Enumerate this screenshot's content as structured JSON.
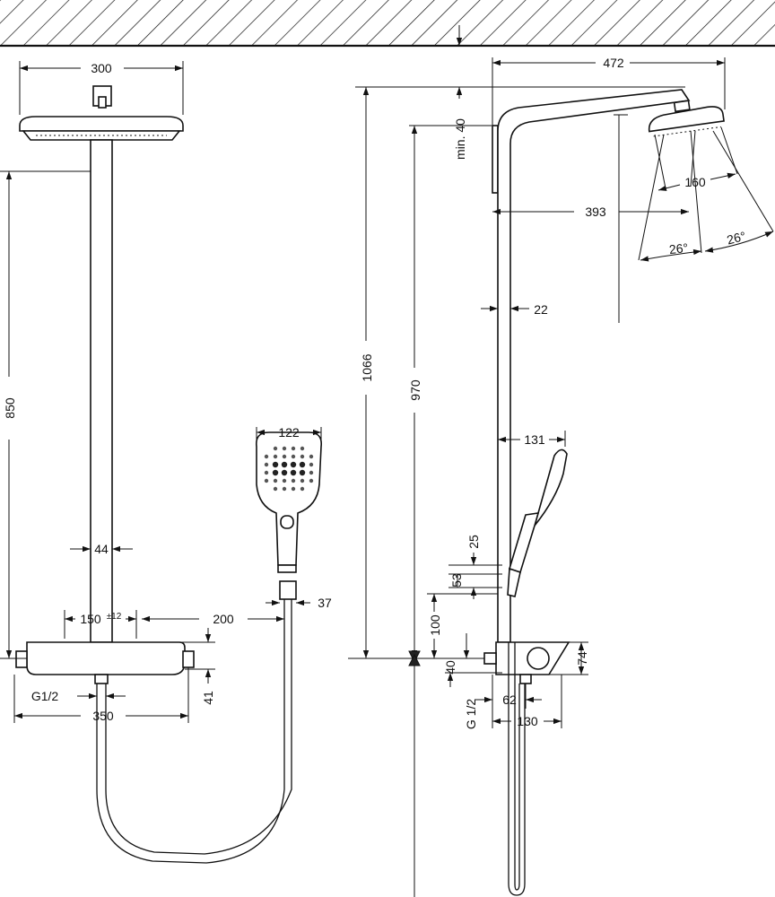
{
  "dimensions": {
    "front": {
      "head_width": "300",
      "height_850": "850",
      "pipe_44": "44",
      "spacing_150": "150",
      "tolerance": "±12",
      "offset_200": "200",
      "height_41": "41",
      "thread": "G1/2",
      "width_350": "350",
      "handshower_width": "122",
      "handshower_37": "37"
    },
    "side": {
      "projection_472": "472",
      "min_40": "min. 40",
      "height_1066": "1066",
      "height_970": "970",
      "projection_393": "393",
      "head_160": "160",
      "angle_left": "26°",
      "angle_right": "26°",
      "pipe_22": "22",
      "handshower_131": "131",
      "d_25": "25",
      "d_53": "53",
      "d_100": "100",
      "d_40": "40",
      "d_74": "74",
      "thread": "G 1/2",
      "d_62": "62",
      "d_130": "130"
    }
  },
  "colors": {
    "line": "#111111",
    "background": "#ffffff"
  }
}
